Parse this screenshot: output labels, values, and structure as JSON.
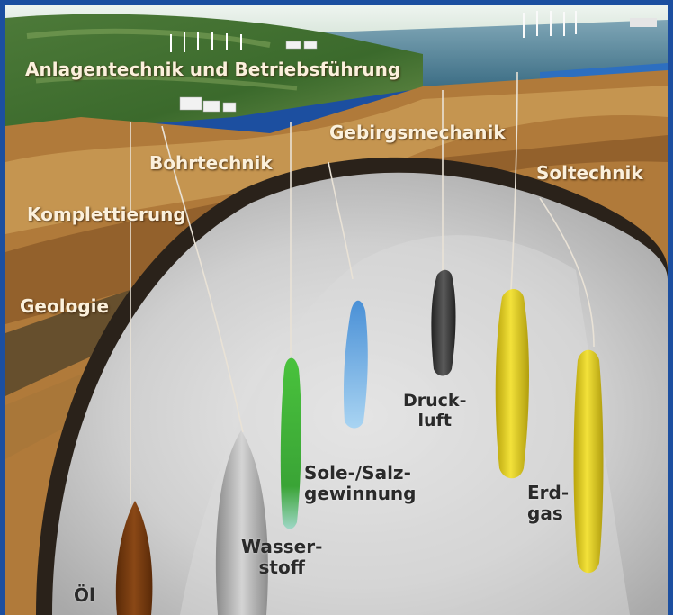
{
  "labels": {
    "anlagentechnik": "Anlagentechnik und Betriebsführung",
    "gebirgsmechanik": "Gebirgsmechanik",
    "bohrtechnik": "Bohrtechnik",
    "soltechnik": "Soltechnik",
    "komplettierung": "Komplettierung",
    "geologie": "Geologie"
  },
  "caverns": {
    "oel": "Öl",
    "wasserstoff_1": "Wasser-",
    "wasserstoff_2": "stoff",
    "sole_1": "Sole-/Salz-",
    "sole_2": "gewinnung",
    "druckluft_1": "Druck-",
    "druckluft_2": "luft",
    "erdgas_1": "Erd-",
    "erdgas_2": "gas"
  },
  "colors": {
    "frame_blue": "#1c4fa0",
    "oil_brown": "#7a3b10",
    "hydrogen_grey": "#a9a9a9",
    "brine_green": "#3fb63a",
    "salt_blue": "#5aa7e0",
    "compressed_air_dark": "#3a3a3a",
    "gas_yellow": "#e6d21a"
  }
}
